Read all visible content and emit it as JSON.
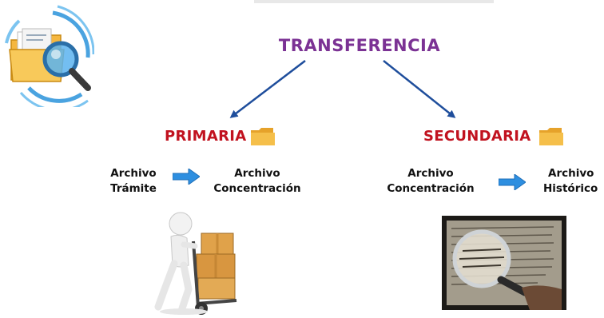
{
  "diagram": {
    "title": "TRANSFERENCIA",
    "primary": {
      "label": "PRIMARIA",
      "from": [
        "Archivo",
        "Trámite"
      ],
      "to": [
        "Archivo",
        "Concentración"
      ]
    },
    "secondary": {
      "label": "SECUNDARIA",
      "from": [
        "Archivo",
        "Concentración"
      ],
      "to": [
        "Archivo",
        "Histórico"
      ]
    }
  },
  "colors": {
    "title": "#7b3294",
    "category": "#c1121f",
    "branch_arrow": "#1f4e9c",
    "flow_arrow": "#2e8fe0",
    "folder": "#f2b134"
  },
  "icons": [
    "folder-search-icon",
    "folder-icon",
    "right-arrow-icon",
    "person-cart-icon",
    "magnifier-document-photo"
  ]
}
